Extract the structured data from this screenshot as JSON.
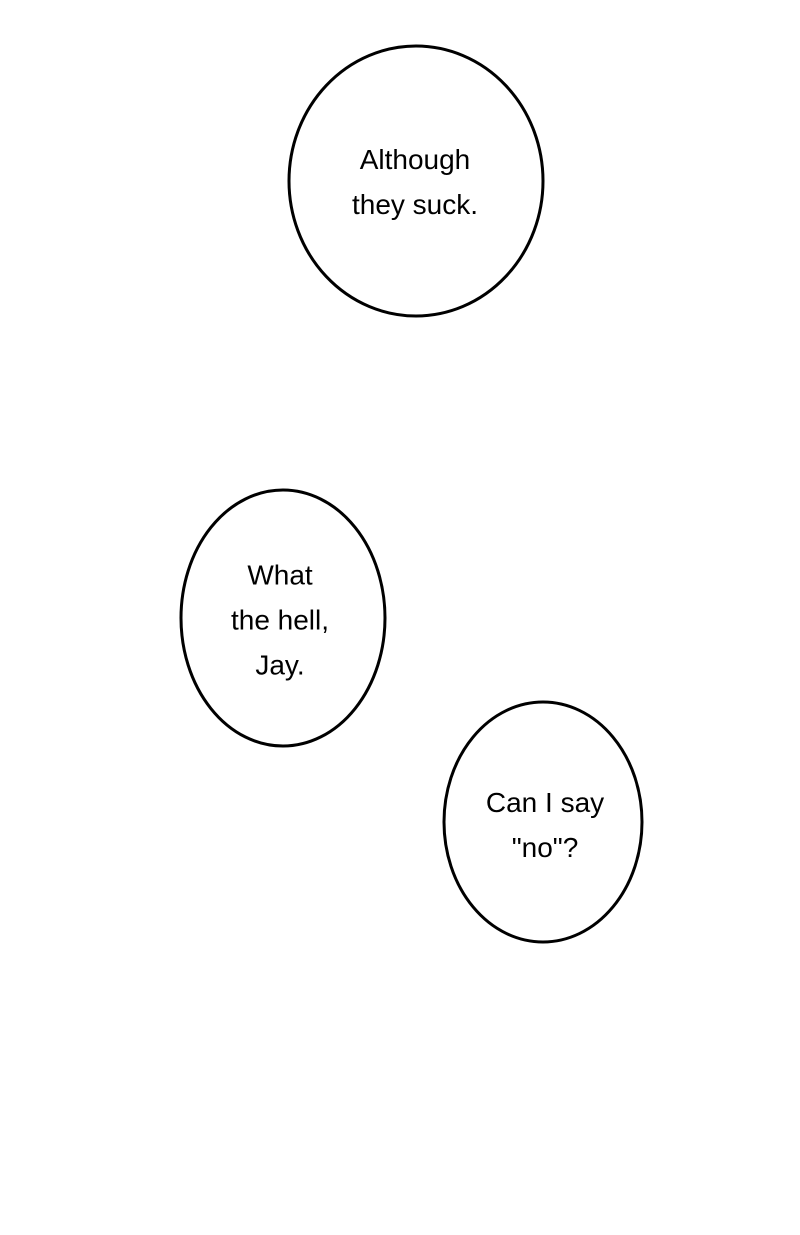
{
  "colors": {
    "background": "#ffffff",
    "stroke": "#000000",
    "text": "#000000"
  },
  "bubbles": [
    {
      "lines": [
        "Although",
        "they suck."
      ]
    },
    {
      "lines": [
        "What",
        "the hell,",
        "Jay."
      ]
    },
    {
      "lines": [
        "Can I say",
        "\"no\"?"
      ]
    }
  ]
}
